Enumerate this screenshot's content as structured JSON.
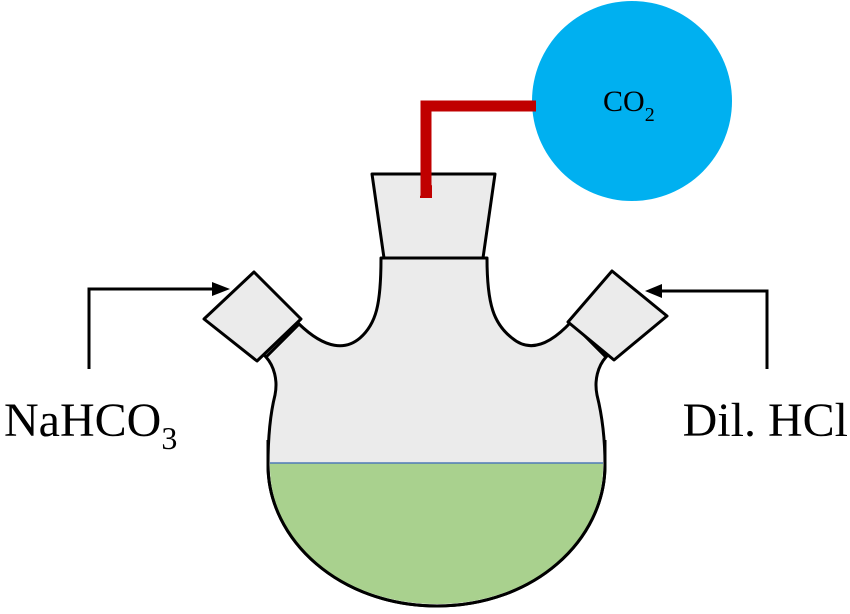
{
  "gas": {
    "symbol": "CO",
    "subscript": "2"
  },
  "reagent_left": {
    "text": "NaHCO",
    "subscript": "3"
  },
  "reagent_right": {
    "text": "Dil. HCl"
  },
  "colors": {
    "background": "#ffffff",
    "flask_fill": "#ebebeb",
    "flask_outline": "#000000",
    "liquid_fill": "#a9d18e",
    "liquid_line": "#4f7bb8",
    "tube": "#c00000",
    "gas_bubble": "#00b0f0"
  }
}
